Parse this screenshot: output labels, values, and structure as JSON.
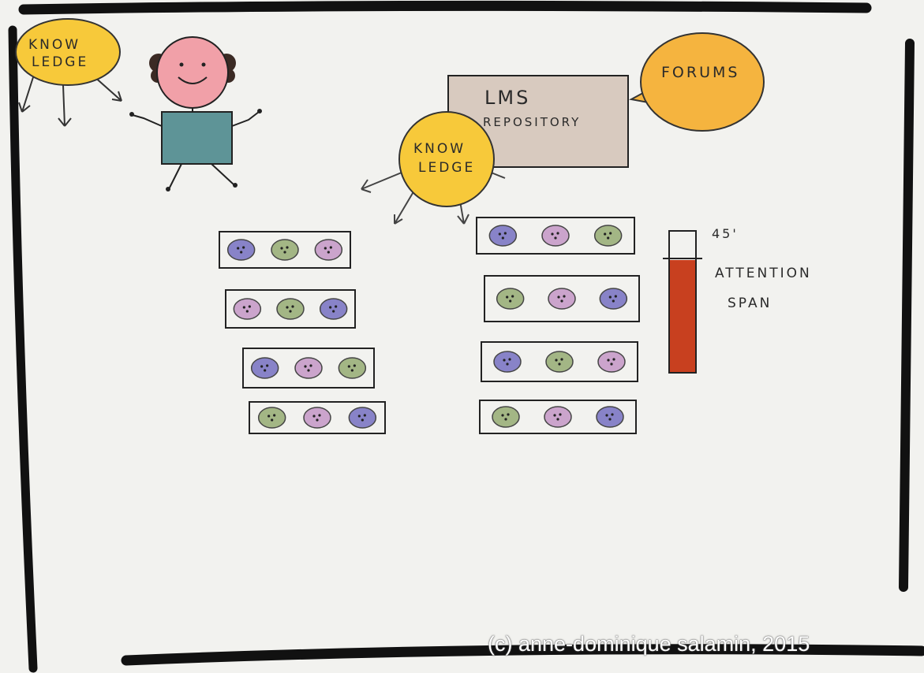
{
  "knowledge_top_left": {
    "line1": "KNOW",
    "line2": "LEDGE",
    "color": "#f7c93a"
  },
  "knowledge_center": {
    "line1": "KNOW",
    "line2": "LEDGE",
    "color": "#f7c93a"
  },
  "lms": {
    "line1": "LMS",
    "line2": "REPOSITORY",
    "color": "#d8cabf"
  },
  "forums": {
    "label": "FORUMS",
    "color": "#f5b43f"
  },
  "teacher": {
    "shirt_color": "#5e9497",
    "face_color": "#f1a0a8"
  },
  "attention": {
    "time": "45'",
    "line1": "ATTENTION",
    "line2": "SPAN",
    "fill_color": "#c8401f"
  },
  "student_colors": {
    "purple": "#7d78c4",
    "green": "#9bb07a",
    "pink": "#c79cc9"
  },
  "left_groups": [
    [
      "purple",
      "green",
      "pink"
    ],
    [
      "pink",
      "green",
      "purple"
    ],
    [
      "purple",
      "pink",
      "green"
    ],
    [
      "green",
      "pink",
      "purple"
    ]
  ],
  "right_groups": [
    [
      "purple",
      "pink",
      "green"
    ],
    [
      "green",
      "pink",
      "purple"
    ],
    [
      "purple",
      "green",
      "pink"
    ],
    [
      "green",
      "pink",
      "purple"
    ]
  ],
  "credit": "(c) anne-dominique salamin, 2015"
}
